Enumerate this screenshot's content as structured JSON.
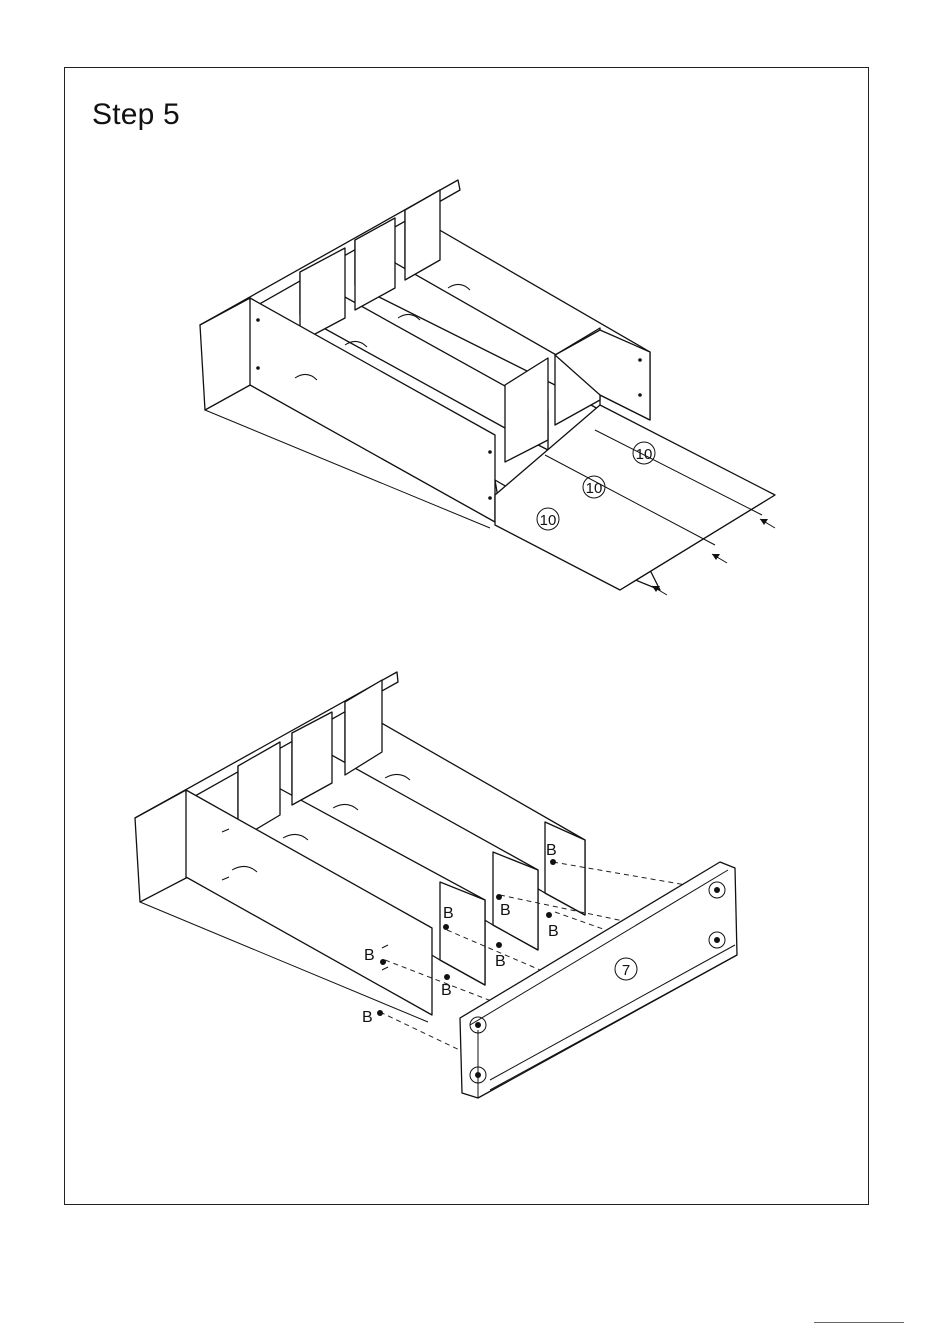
{
  "step": {
    "title": "Step 5"
  },
  "top_figure": {
    "part_labels": [
      "10",
      "10",
      "10"
    ]
  },
  "bottom_figure": {
    "part_label": "7",
    "fastener_labels": [
      "B",
      "B",
      "B",
      "B",
      "B",
      "B",
      "B",
      "B"
    ]
  },
  "colors": {
    "line": "#111111",
    "background": "#ffffff"
  }
}
